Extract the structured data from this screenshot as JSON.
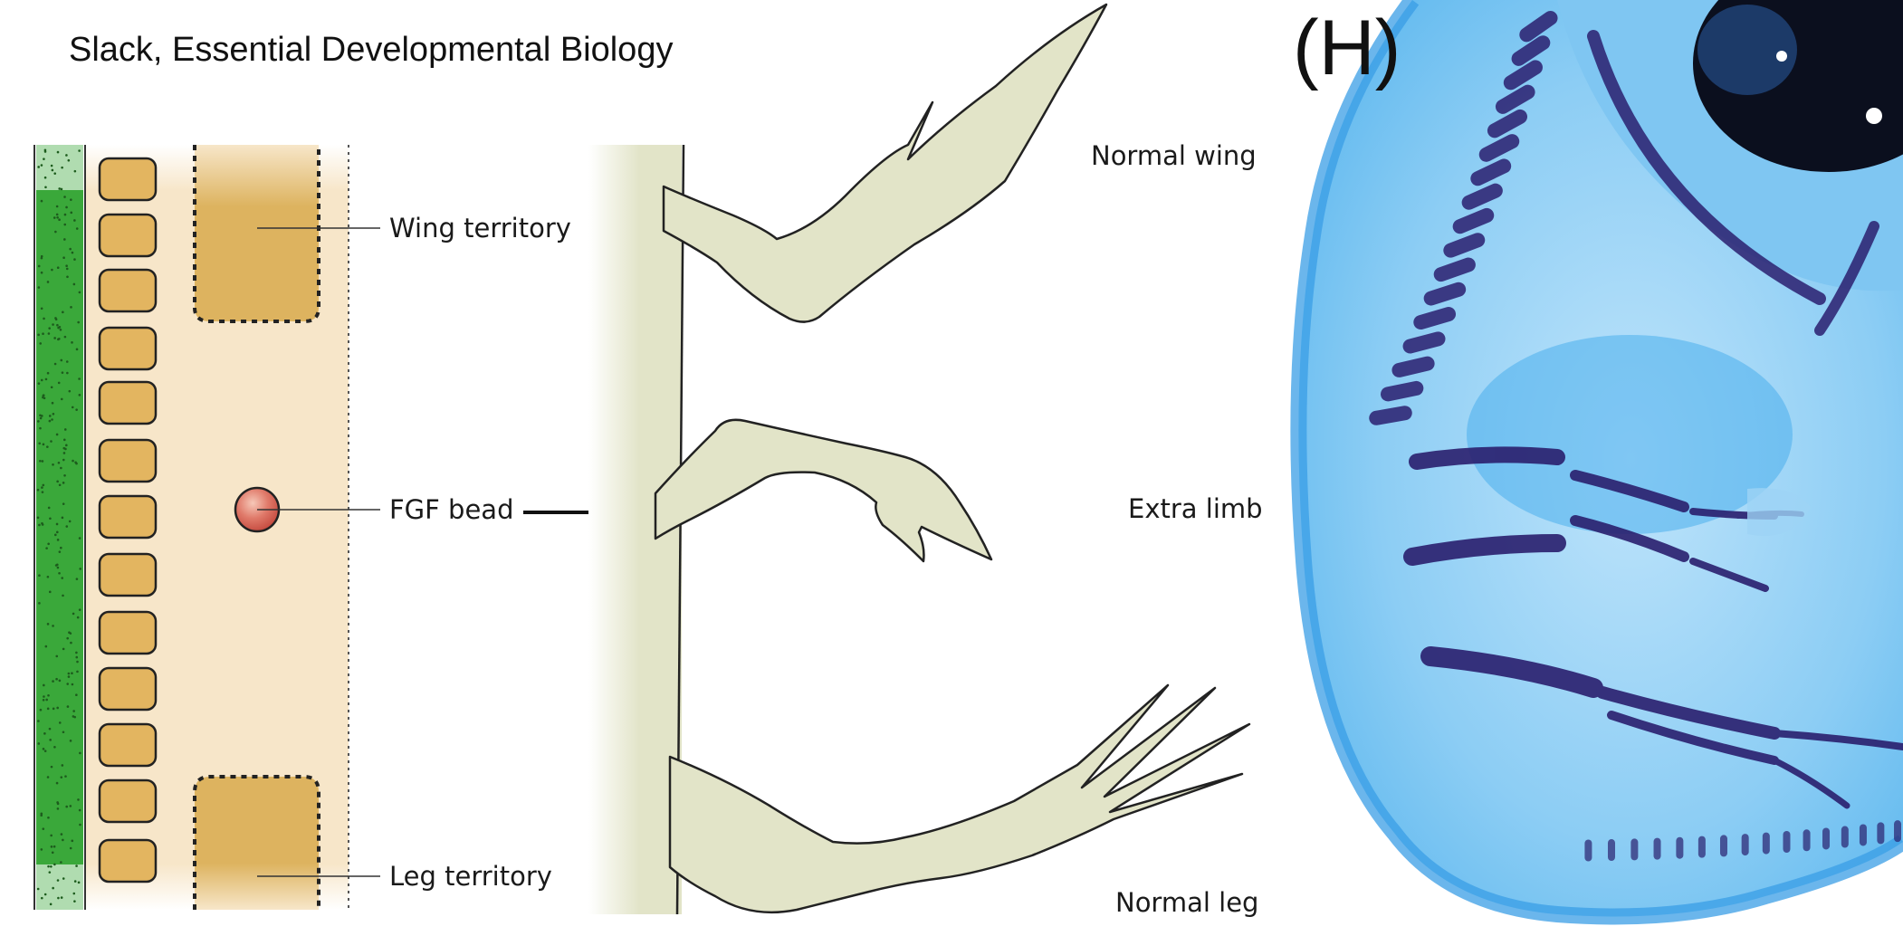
{
  "header": {
    "credit": "Slack, Essential Developmental Biology"
  },
  "diagram": {
    "territory_labels": {
      "wing": "Wing territory",
      "bead": "FGF bead",
      "leg": "Leg territory"
    },
    "limb_labels": {
      "normal_wing": "Normal wing",
      "extra_limb": "Extra limb",
      "normal_leg": "Normal leg"
    },
    "colors": {
      "green_strip": "#3aa83a",
      "mesoderm": "#f7e6c9",
      "territory": "#ddb35f",
      "somite": "#e3b560",
      "bead": "#d45a4f",
      "limb": "#e2e4c8",
      "photo_blue": "#2f9fe6",
      "cartilage": "#2a1f6e"
    }
  },
  "photo": {
    "panel_letter": "(H)"
  }
}
